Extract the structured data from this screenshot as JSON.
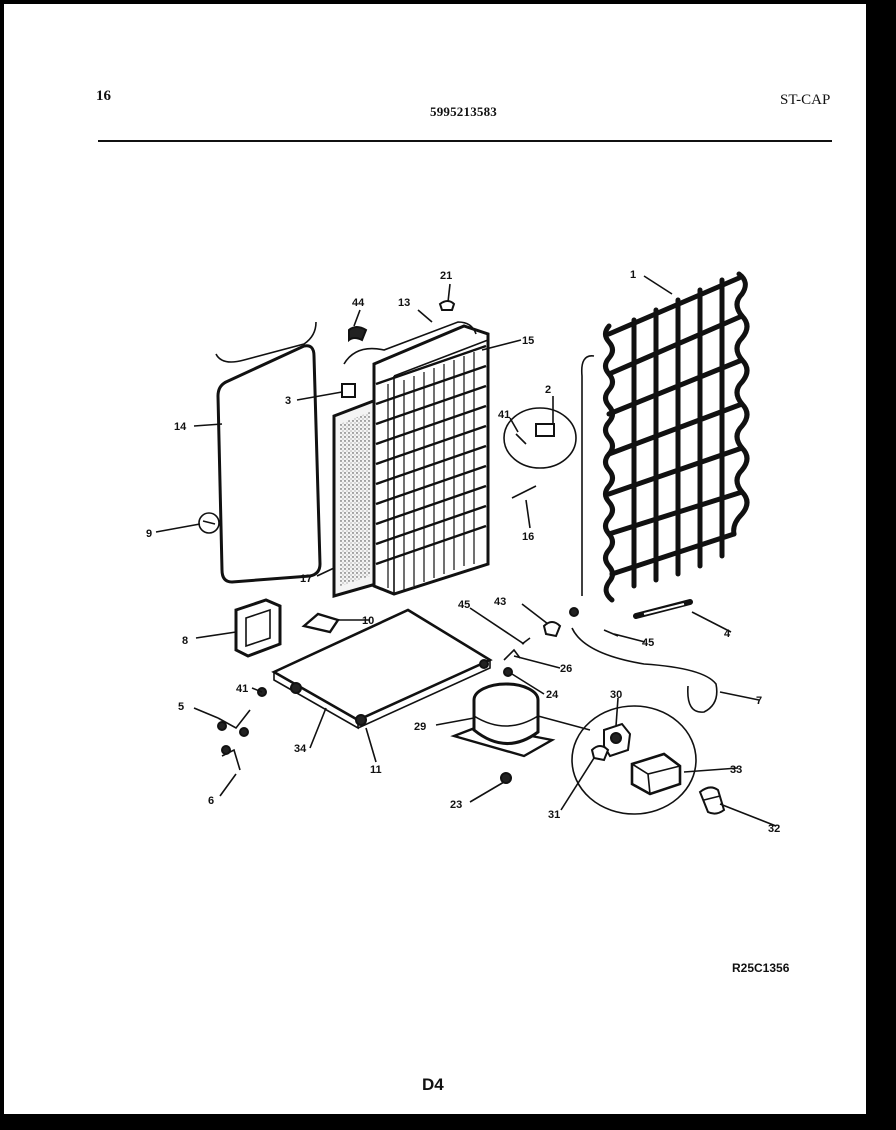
{
  "header": {
    "page_number": "16",
    "part_number": "5995213583",
    "model": "ST-CAP"
  },
  "footer": {
    "diagram_id": "R25C1356",
    "page_code": "D4"
  },
  "callouts": [
    "1",
    "2",
    "3",
    "4",
    "5",
    "6",
    "7",
    "8",
    "9",
    "10",
    "11",
    "13",
    "14",
    "15",
    "16",
    "17",
    "21",
    "23",
    "24",
    "26",
    "29",
    "30",
    "31",
    "32",
    "33",
    "34",
    "41",
    "41",
    "43",
    "44",
    "45",
    "45"
  ]
}
